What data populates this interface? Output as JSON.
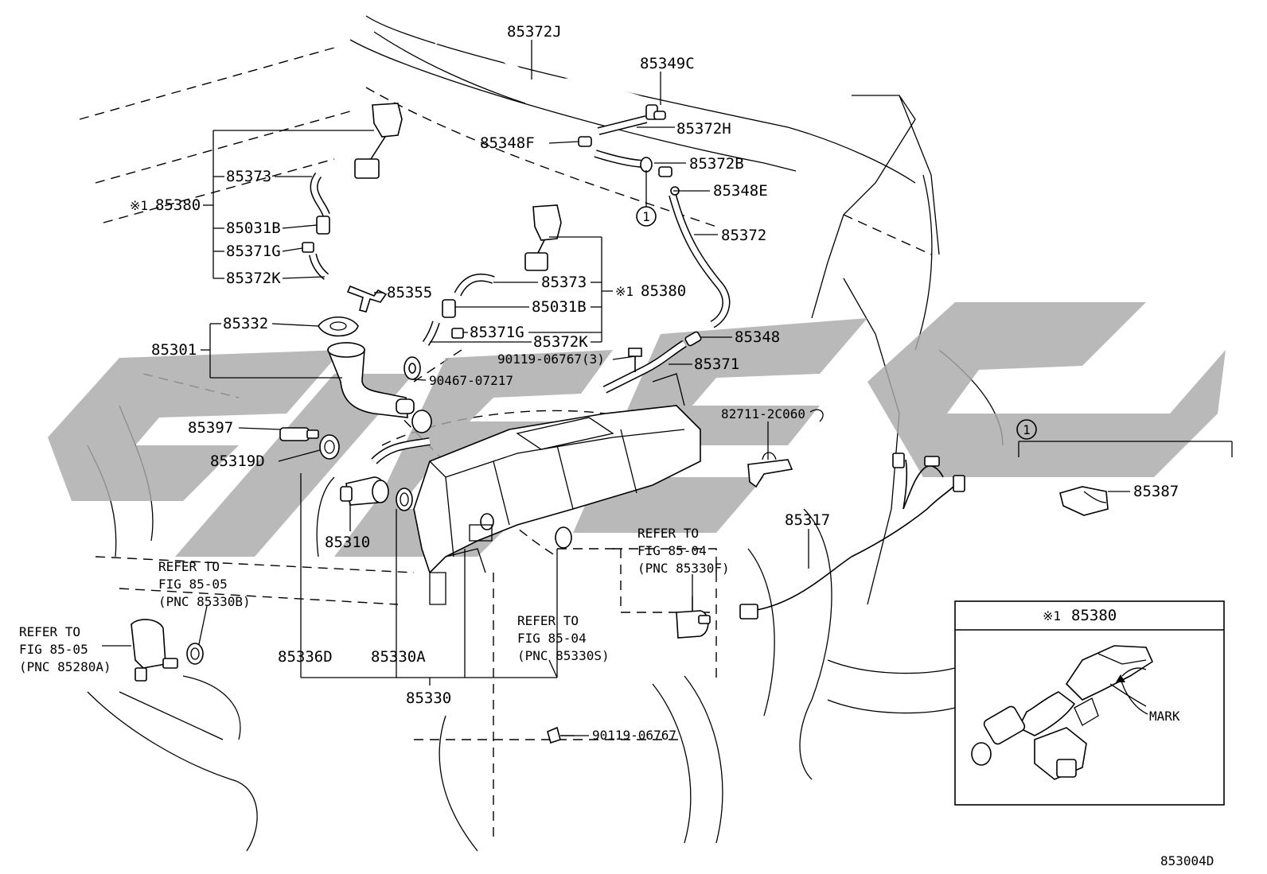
{
  "parts": {
    "p85372J": "85372J",
    "p85349C": "85349C",
    "p85372H": "85372H",
    "p85348F": "85348F",
    "p85372B": "85372B",
    "p85348E": "85348E",
    "p85372": "85372",
    "p85373a": "85373",
    "p85380a": "85380",
    "p85031Ba": "85031B",
    "p85371Ga": "85371G",
    "p85372Ka": "85372K",
    "p85355": "85355",
    "p85373b": "85373",
    "p85380b": "85380",
    "p85031Bb": "85031B",
    "p85371Gb": "85371G",
    "p85372Kb": "85372K",
    "p85332": "85332",
    "p85301": "85301",
    "p85348": "85348",
    "p90119_06767_3": "90119-06767(3)",
    "p85371": "85371",
    "p90467_07217": "90467-07217",
    "p85397": "85397",
    "p82711_2C060": "82711-2C060",
    "p85319D": "85319D",
    "p85387": "85387",
    "p85317": "85317",
    "p85310": "85310",
    "p85336D": "85336D",
    "p85330A": "85330A",
    "p85330": "85330",
    "p90119_06767": "90119-06767"
  },
  "markers": {
    "asterisk_a": "※1",
    "asterisk_b": "※1",
    "circle_a": "1",
    "circle_b": "1"
  },
  "refs": {
    "ref_a": {
      "l1": "REFER TO",
      "l2": "FIG 85-05",
      "l3": "(PNC 85330B)"
    },
    "ref_b": {
      "l1": "REFER TO",
      "l2": "FIG 85-05",
      "l3": "(PNC 85280A)"
    },
    "ref_c": {
      "l1": "REFER TO",
      "l2": "FIG 85-04",
      "l3": "(PNC 85330F)"
    },
    "ref_d": {
      "l1": "REFER TO",
      "l2": "FIG 85-04",
      "l3": "(PNC 85330S)"
    }
  },
  "inset": {
    "marker": "※1",
    "part": "85380",
    "mark_label": "MARK"
  },
  "figure_code": "853004D"
}
